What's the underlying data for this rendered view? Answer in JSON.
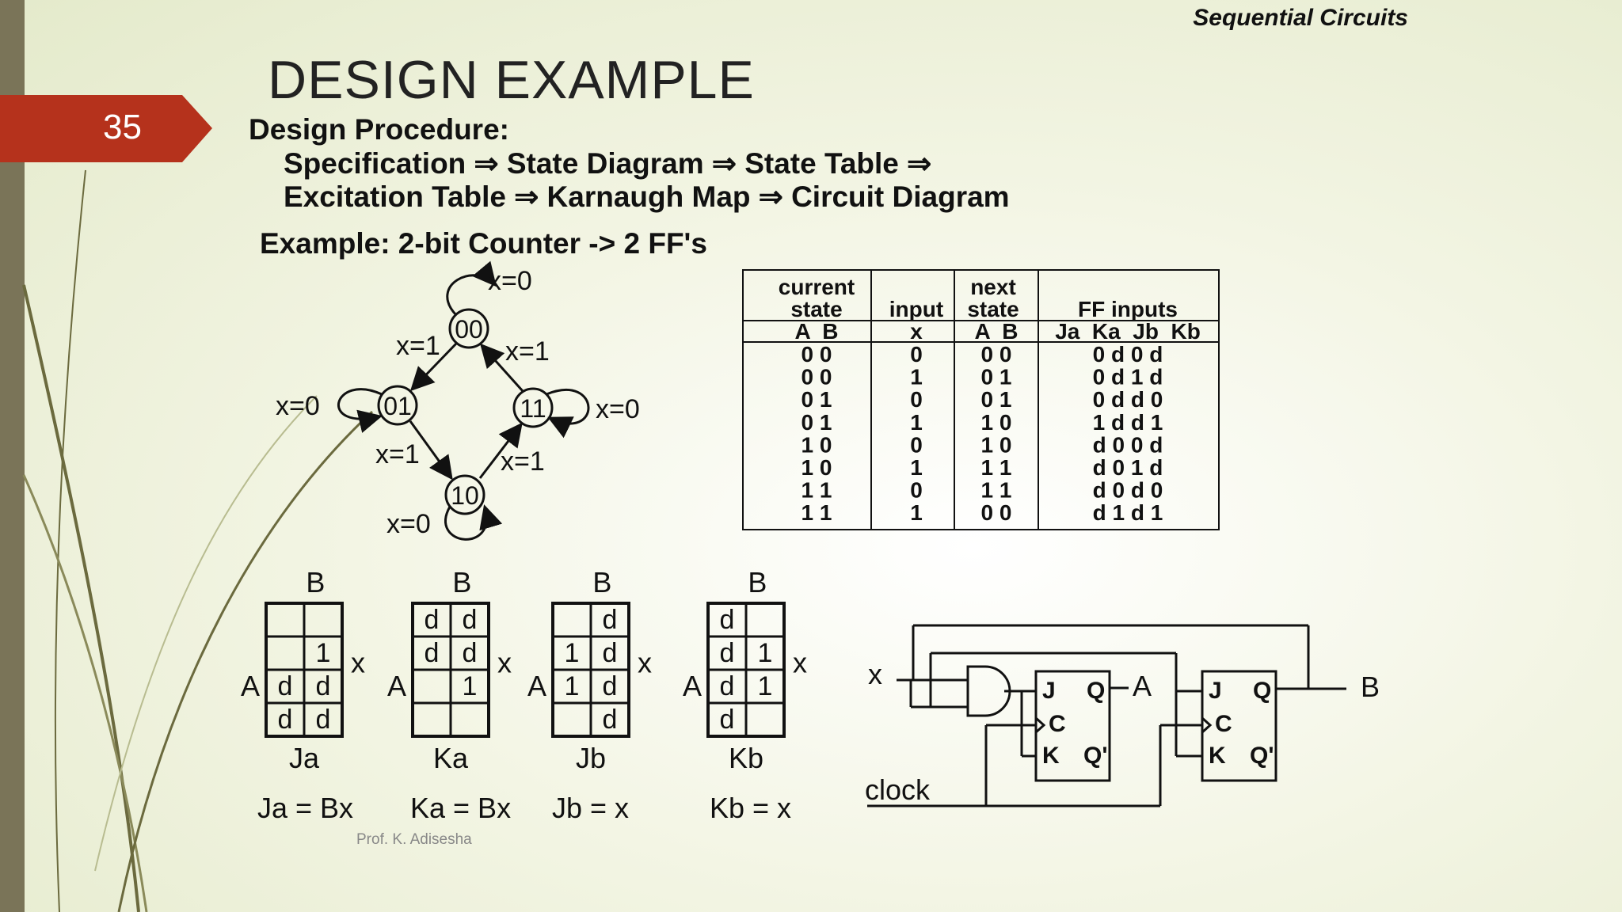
{
  "header": {
    "section": "Sequential Circuits"
  },
  "slide": {
    "number": "35",
    "title": "DESIGN  EXAMPLE"
  },
  "procedure": {
    "label": "Design Procedure:",
    "line1": "Specification ⇒ State Diagram ⇒ State Table ⇒",
    "line2": "Excitation Table ⇒ Karnaugh Map ⇒ Circuit Diagram"
  },
  "example": {
    "label": "Example:  2-bit Counter -> 2 FF's"
  },
  "state_diagram": {
    "states": [
      "00",
      "01",
      "11",
      "10"
    ],
    "labels": [
      "x=0",
      "x=1",
      "x=1",
      "x=0",
      "x=0",
      "x=1",
      "x=1",
      "x=0"
    ]
  },
  "table": {
    "group_headers": [
      "current\nstate",
      "input",
      "next\nstate",
      "FF inputs"
    ],
    "col_headers": [
      "A  B",
      "x",
      "A  B",
      "Ja  Ka  Jb  Kb"
    ],
    "rows": [
      [
        "0  0",
        "0",
        "0  0",
        "0  d  0  d"
      ],
      [
        "0  0",
        "1",
        "0  1",
        "0  d  1  d"
      ],
      [
        "0  1",
        "0",
        "0  1",
        "0  d  d  0"
      ],
      [
        "0  1",
        "1",
        "1  0",
        "1  d  d  1"
      ],
      [
        "1  0",
        "0",
        "1  0",
        "d  0  0  d"
      ],
      [
        "1  0",
        "1",
        "1  1",
        "d  0  1  d"
      ],
      [
        "1  1",
        "0",
        "1  1",
        "d  0  d  0"
      ],
      [
        "1  1",
        "1",
        "0  0",
        "d  1  d  1"
      ]
    ]
  },
  "kmaps": [
    {
      "name": "Ja",
      "var_top": "B",
      "var_left": "A",
      "var_right": "x",
      "cells": [
        [
          "",
          ""
        ],
        [
          "",
          "1"
        ],
        [
          "d",
          "d"
        ],
        [
          "d",
          "d"
        ]
      ],
      "equation": "Ja = Bx"
    },
    {
      "name": "Ka",
      "var_top": "B",
      "var_left": "A",
      "var_right": "x",
      "cells": [
        [
          "d",
          "d"
        ],
        [
          "d",
          "d"
        ],
        [
          "",
          "1"
        ],
        [
          "",
          ""
        ]
      ],
      "equation": "Ka = Bx"
    },
    {
      "name": "Jb",
      "var_top": "B",
      "var_left": "A",
      "var_right": "x",
      "cells": [
        [
          "",
          "d"
        ],
        [
          "1",
          "d"
        ],
        [
          "1",
          "d"
        ],
        [
          "",
          "d"
        ]
      ],
      "equation": "Jb = x"
    },
    {
      "name": "Kb",
      "var_top": "B",
      "var_left": "A",
      "var_right": "x",
      "cells": [
        [
          "d",
          ""
        ],
        [
          "d",
          "1"
        ],
        [
          "d",
          "1"
        ],
        [
          "d",
          ""
        ]
      ],
      "equation": "Kb = x"
    }
  ],
  "circuit": {
    "input_label": "x",
    "clock_label": "clock",
    "output_a": "A",
    "output_b": "B",
    "ff_pins": [
      "J",
      "Q",
      "C",
      "K",
      "Q'"
    ]
  },
  "credit": "Prof. K. Adisesha",
  "colors": {
    "badge": "#b5321c",
    "sidebar": "#7a7458",
    "accent_line": "#6b6a3e"
  }
}
